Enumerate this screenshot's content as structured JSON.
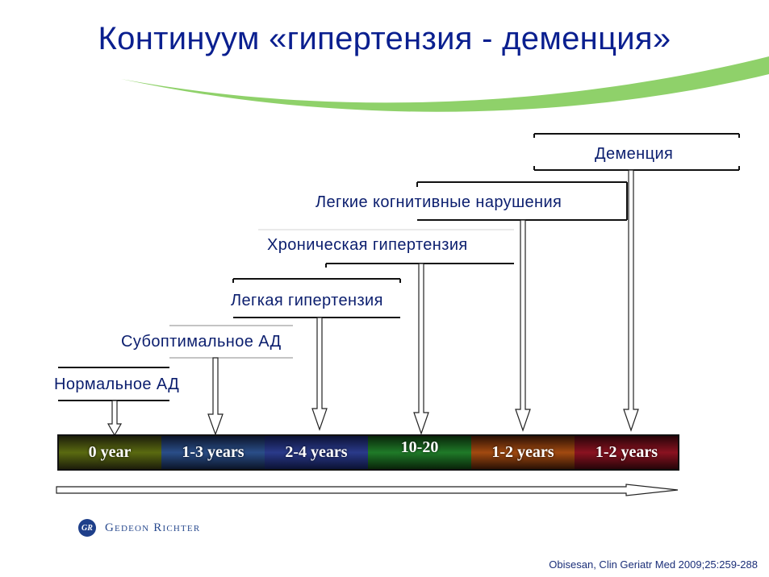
{
  "title": "Континуум «гипертензия - деменция»",
  "stages": [
    {
      "label": "Нормальное АД"
    },
    {
      "label": "Субоптимальное АД"
    },
    {
      "label": "Легкая гипертензия"
    },
    {
      "label": "Хроническая гипертензия"
    },
    {
      "label": "Легкие когнитивные нарушения"
    },
    {
      "label": "Деменция"
    }
  ],
  "timeline": [
    {
      "label": "0 year",
      "color": "#5a6a10"
    },
    {
      "label": "1-3 years",
      "color": "#2a4e88"
    },
    {
      "label": "2-4 years",
      "color": "#2a3a8a"
    },
    {
      "label": "10-20",
      "color": "#1f7a28"
    },
    {
      "label": "1-2 years",
      "color": "#a24a10"
    },
    {
      "label": "1-2 years",
      "color": "#8a1220"
    }
  ],
  "colors": {
    "title": "#0a1f8f",
    "swoosh": "#8fd16a",
    "label": "#0b1e6e"
  },
  "logo": {
    "brand": "Gedeon Richter",
    "mark": "GR"
  },
  "citation": "Obisesan, Clin Geriatr Med 2009;25:259-288"
}
